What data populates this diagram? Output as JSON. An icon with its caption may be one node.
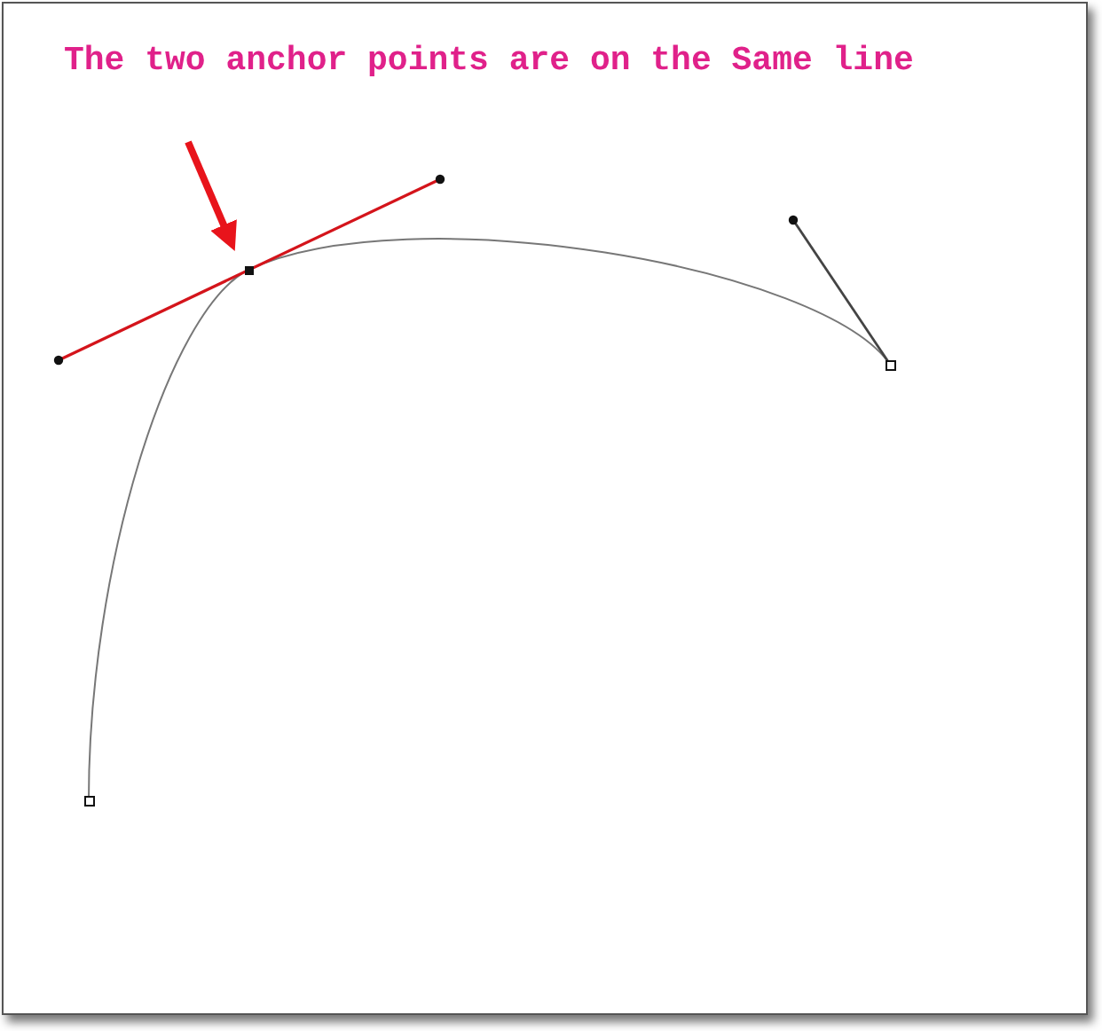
{
  "diagram": {
    "nodes": [
      {
        "text": [
          "The two anchor points are on the Same line"
        ]
      },
      {
        "text": [],
        "shape": "box"
      }
    ],
    "edges": [
      {
        "from": 0,
        "to": 1,
        "arrow": "to"
      }
    ]
  }
}
